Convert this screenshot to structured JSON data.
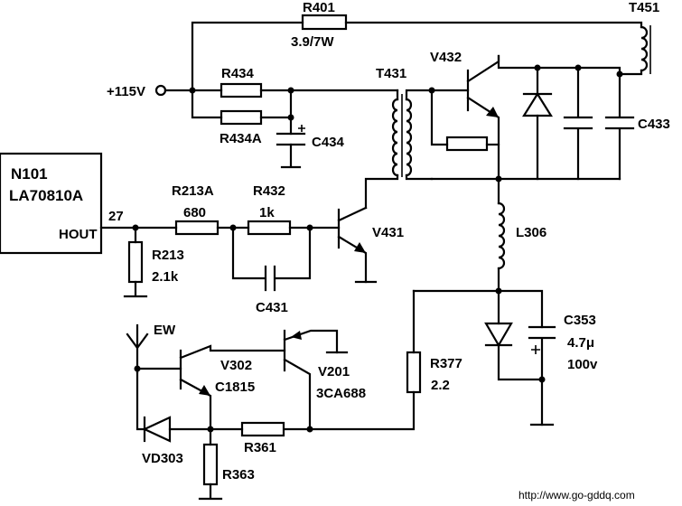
{
  "labels": {
    "r401": "R401",
    "r401_val": "3.9/7W",
    "t451": "T451",
    "v115": "+115V",
    "r434": "R434",
    "r434a": "R434A",
    "c434": "C434",
    "t431": "T431",
    "v432": "V432",
    "c433": "C433",
    "n101": "N101",
    "ic": "LA70810A",
    "hout": "HOUT",
    "pin27": "27",
    "r213a": "R213A",
    "r213a_val": "680",
    "r432": "R432",
    "r432_val": "1k",
    "v431": "V431",
    "r213": "R213",
    "r213_val": "2.1k",
    "c431": "C431",
    "l306": "L306",
    "ew": "EW",
    "v302": "V302",
    "c1815": "C1815",
    "v201": "V201",
    "a3ca688": "3CA688",
    "r377": "R377",
    "r377_val": "2.2",
    "c353": "C353",
    "c353_cap": "4.7μ",
    "c353_volt": "100v",
    "vd303": "VD303",
    "r361": "R361",
    "r363": "R363",
    "watermark": "http://www.go-gddq.com"
  }
}
